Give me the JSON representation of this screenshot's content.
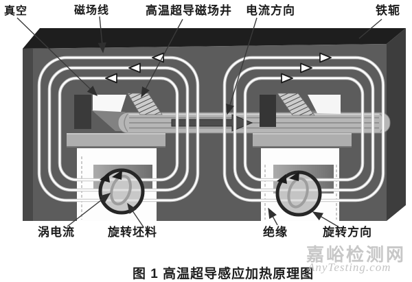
{
  "diagram": {
    "caption": "图 1  高温超导感应加热原理图",
    "top_labels": [
      {
        "id": "vacuum",
        "text": "真空"
      },
      {
        "id": "magnetic-field-lines",
        "text": "磁场线"
      },
      {
        "id": "hts-magnetic-well",
        "text": "高温超导磁场井"
      },
      {
        "id": "current-direction",
        "text": "电流方向"
      },
      {
        "id": "iron-yoke",
        "text": "铁轭"
      }
    ],
    "bottom_labels": [
      {
        "id": "eddy-current",
        "text": "涡电流"
      },
      {
        "id": "rotating-billet",
        "text": "旋转坯料"
      },
      {
        "id": "insulation",
        "text": "绝缘"
      },
      {
        "id": "rotation-direction",
        "text": "旋转方向"
      }
    ],
    "colors": {
      "yoke_top": "#1e1e1e",
      "yoke_front": "#5c5c5c",
      "yoke_side": "#3d3d3d",
      "field_line": "#ffffff",
      "conductor": "#b6b6b6",
      "current_arrow": "#4d4d4d",
      "label_text": "#1b1b1b"
    }
  },
  "watermark": {
    "site_name": "嘉峪检测网",
    "site_url": "AnyTesting.com"
  }
}
